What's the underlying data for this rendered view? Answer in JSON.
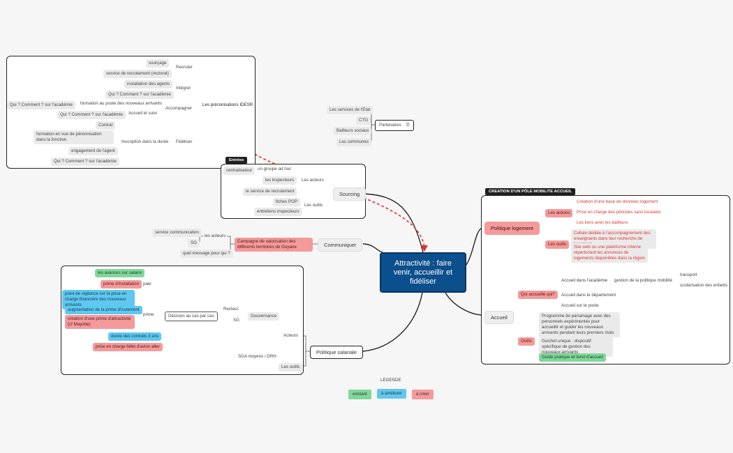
{
  "central_topic": "Attractivité : faire venir, accueillir et fidéliser",
  "legend": {
    "title": "LEGENDE",
    "items": [
      {
        "label": "existant",
        "color": "#7fd89a"
      },
      {
        "label": "à améliorer",
        "color": "#5fc8f0"
      },
      {
        "label": "à créer",
        "color": "#f49a9a"
      }
    ]
  },
  "preco": {
    "title": "Les préconisations IDESR",
    "recruter": {
      "label": "Recruter",
      "items": [
        "sourçage",
        "service de recrutement (rectorat)"
      ]
    },
    "integrer": {
      "label": "Intégrer",
      "items": [
        "installation des agents",
        "Qui ? Comment ? sur l'académie"
      ]
    },
    "accompagner": {
      "label": "Accompagner",
      "formation": "formation au poste des nouveaux arrivants",
      "formation_who": "Qui ? Comment ? sur l'académie",
      "suivi": "Accueil et suivi",
      "suivi_who": "Qui ? Comment ? sur l'académie"
    },
    "fideliser": {
      "label": "Fidéliser",
      "inscription": "Inscription dans la durée",
      "items": [
        "Contrat",
        "formation en vue de pérennisation dans la fonction",
        "engagement de l'agent",
        "Qui ? Comment ? sur l'académie"
      ]
    }
  },
  "partenaires": {
    "label": "Partenaires",
    "items": [
      "Les services de l'Etat",
      "CTG",
      "Bailleurs sociaux",
      "Les communes"
    ]
  },
  "sourcing": {
    "tag": "Entrées",
    "label": "Sourcing",
    "centralisateur": "centralisateur",
    "groupe": "un groupe ad hoc",
    "acteurs": "Les acteurs",
    "acteurs_items": [
      "les inspecteurs",
      "le service de recrutement"
    ],
    "outils": "Les outils",
    "outils_items": [
      "fiches POP",
      "entretiens inspecteurs"
    ]
  },
  "communiquer": {
    "label": "Communiquer",
    "campagne": "Campagne de valorisation des différents territoires de Guyane",
    "acteurs": "les acteurs",
    "acteurs_items": [
      "service communication",
      "SG"
    ],
    "message": "quel message pour qui ?"
  },
  "salariale": {
    "label": "Politique salariale",
    "paie": "paie",
    "paie_items": [
      "les avances sur salaire",
      "prime d'installation",
      "point de vigilance sur la prise en charge financière des nouveaux arrivants"
    ],
    "prime": "prime",
    "prime_items": [
      "augmentation de la prime d'isolement",
      "création d'une prime d'attractivité (cf Mayotte)"
    ],
    "duree": "durée des contrats 3 ans",
    "billet": "prise en charge billet d'avion aller",
    "decision": "Décision au cas par cas",
    "recteur": "Recteur",
    "sg": "SG",
    "gouvernance": "Gouvernance",
    "acteurs": "Acteurs",
    "sga": "SGA moyens / DRH",
    "outils": "Les outils"
  },
  "logement": {
    "tag": "CREATION D'UN PÔLE MOBILITE ACCUEIL",
    "label": "Politique logement",
    "actions": "Les actions",
    "actions_items": [
      "Création d'une base de données logement",
      "Prise en charge des périodes sans locataire",
      "Les liens avec les bailleurs"
    ],
    "outils": "Les outils",
    "outils_items": [
      "Cellule dédiée à l'accompagnement des enseignants dans leur recherche de logement",
      "Site web ou une plateforme interne répertoriant les annonces de logements disponibles dans la région"
    ]
  },
  "accueil": {
    "label": "Accueil",
    "qui": "Qui accueille qui?",
    "academie": "Accueil dans l'académie",
    "gestion": "gestion de la politique mobilité",
    "transport": "transport",
    "scolarisation": "scolarisation des enfants",
    "departement": "Accueil dans le département",
    "poste": "Accueil sur le poste",
    "outils": "Outils",
    "outils_items": [
      "Programme de parrainage avec des personnels expérimentés pour accueillir et guider les nouveaux arrivants pendant leurs premiers mois",
      "Guichet unique : dispositif spécifique de gestion des nouveaux arrivants",
      "Guide pratique et livret d'accueil"
    ]
  }
}
